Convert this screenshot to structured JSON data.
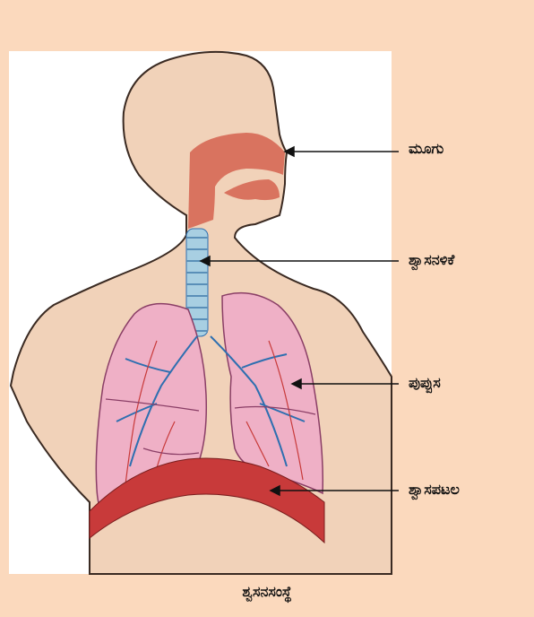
{
  "labels": {
    "nose": "ಮೂಗು",
    "trachea": "ಶ್ವಾಸನಳಿಕೆ",
    "lungs": "ಪುಪ್ಪುಸ",
    "diaphragm": "ಶ್ವಾಸಪಟಲ"
  },
  "caption": "ಶ್ವಸನಸಂಸ್ಥೆ",
  "colors": {
    "background": "#fbd9bd",
    "body_fill": "#f1d2b9",
    "body_outline": "#3a2a22",
    "nasal_cavity": "#d9735f",
    "lung_fill": "#efb0c6",
    "lung_vessels": "#2e6fb0",
    "diaphragm": "#c83a3a",
    "trachea": "#86b9d6"
  }
}
